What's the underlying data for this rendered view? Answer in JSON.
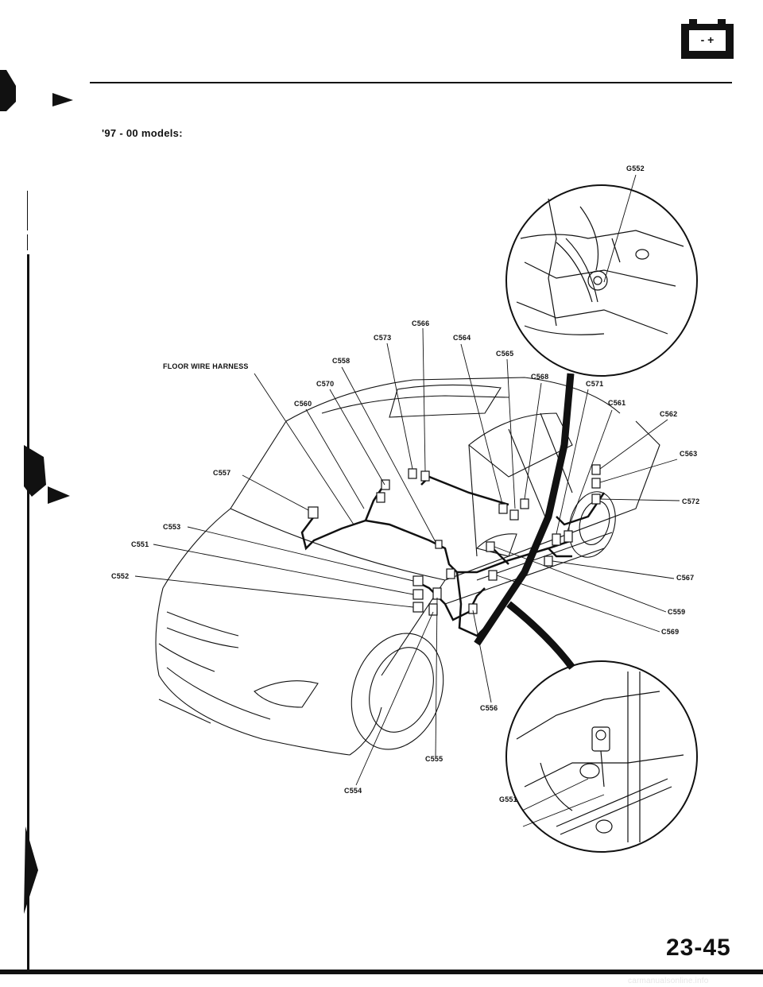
{
  "subtitle": "'97 - 00 models:",
  "page_number": "23-45",
  "footer": "carmanualsonline.info",
  "icons": {
    "battery": "battery-icon",
    "battery_text": "- +"
  },
  "labels": {
    "floor_wire_harness": "FLOOR WIRE HARNESS",
    "c551": "C551",
    "c552": "C552",
    "c553": "C553",
    "c554": "C554",
    "c555": "C555",
    "c556": "C556",
    "c557": "C557",
    "c558": "C558",
    "c559": "C559",
    "c560": "C560",
    "c561": "C561",
    "c562": "C562",
    "c563": "C563",
    "c564": "C564",
    "c565": "C565",
    "c566": "C566",
    "c567": "C567",
    "c568": "C568",
    "c569": "C569",
    "c570": "C570",
    "c571": "C571",
    "c572": "C572",
    "c573": "C573",
    "g551": "G551",
    "g552": "G552"
  }
}
